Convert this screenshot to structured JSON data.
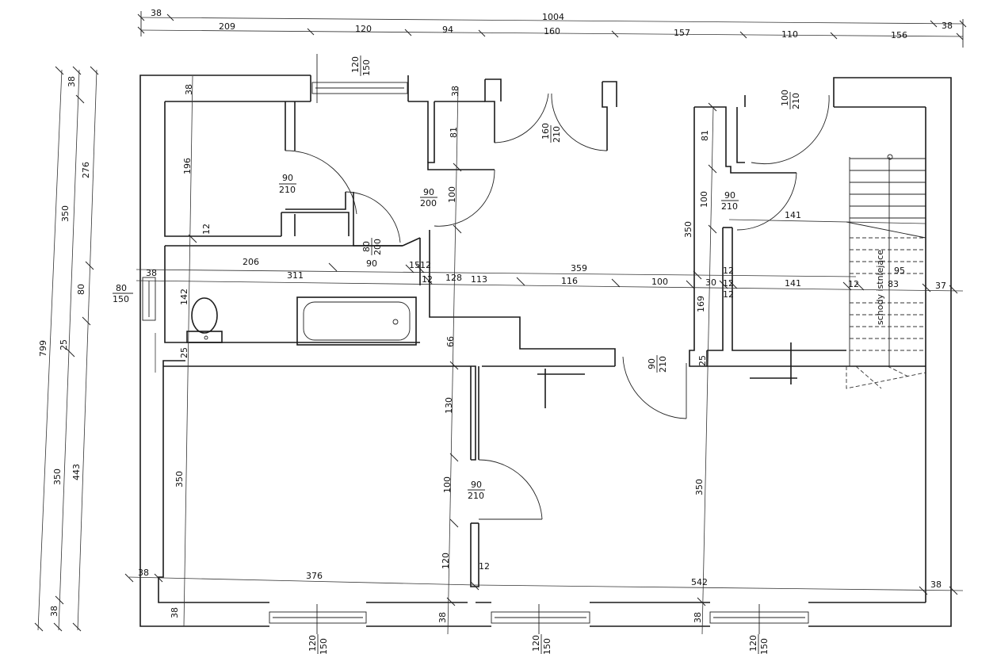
{
  "dimensions_top": {
    "total": "1004",
    "outer_left": "38",
    "outer_right": "38",
    "segments": [
      "209",
      "120",
      "94",
      "160",
      "157",
      "110",
      "156"
    ]
  },
  "dimensions_left": {
    "total": "799",
    "upper": "350",
    "upper_outer": "38",
    "upper_stair": "276",
    "middle": "80",
    "middle_wall": "25",
    "lower": "350",
    "lower_outer": "443",
    "bottom_outer": "38"
  },
  "interior_labels": {
    "room_196": "196",
    "wall_12a": "12",
    "d_206": "206",
    "d_90": "90",
    "d_15": "15",
    "d_12a": "12",
    "d_359": "359",
    "d_311": "311",
    "d_12b": "12",
    "d_128": "128",
    "d_113": "113",
    "d_116": "116",
    "d_100": "100",
    "d_30": "30",
    "d_12c": "12",
    "d_141a": "141",
    "d_141b": "141",
    "d_12d": "12",
    "d_95": "95",
    "d_83": "83",
    "d_37": "37",
    "d_38_top_wall": "38",
    "d_38_mid": "38",
    "d_81a": "81",
    "d_100a": "100",
    "d_81b": "81",
    "d_100b": "100",
    "d_350_right_upper": "350",
    "d_12e": "12",
    "d_169": "169",
    "d_142": "142",
    "d_25a": "25",
    "d_25b": "25",
    "d_66": "66",
    "d_130": "130",
    "d_100c": "100",
    "d_120v": "120",
    "d_12f": "12",
    "d_350_left_lower": "350",
    "d_350_right_lower": "350",
    "d_38_bl": "38",
    "d_376": "376",
    "d_542": "542",
    "d_38_br": "38",
    "d_38_left_edge": "38",
    "d_38_b1": "38",
    "d_38_b2": "38",
    "d_38_b3": "38",
    "d_38_left_bath": "38"
  },
  "doors": [
    {
      "w": "90",
      "h": "210"
    },
    {
      "w": "90",
      "h": "200"
    },
    {
      "w": "80",
      "h": "200"
    },
    {
      "w": "160",
      "h": "210"
    },
    {
      "w": "90",
      "h": "210"
    },
    {
      "w": "100",
      "h": "210"
    },
    {
      "w": "90",
      "h": "210"
    },
    {
      "w": "90",
      "h": "210"
    }
  ],
  "windows": [
    {
      "w": "120",
      "h": "150"
    },
    {
      "w": "80",
      "h": "150"
    },
    {
      "w": "120",
      "h": "150"
    },
    {
      "w": "120",
      "h": "150"
    },
    {
      "w": "120",
      "h": "150"
    }
  ],
  "stair_label": "schody istniejące"
}
